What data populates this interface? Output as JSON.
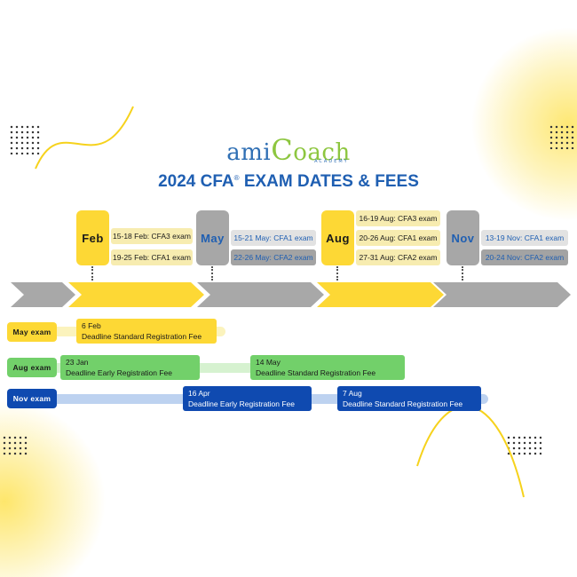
{
  "logo": {
    "brand_part1": "ami",
    "brand_part2": "C",
    "brand_part3": "oach",
    "tagline": "ACADEMY"
  },
  "title": {
    "main": "2024 CFA",
    "registered": "®",
    "rest": " EXAM DATES & FEES"
  },
  "timeline": {
    "months": [
      {
        "label": "Feb",
        "events": [
          "15-18 Feb: CFA3 exam",
          "19-25 Feb: CFA1 exam"
        ]
      },
      {
        "label": "May",
        "events": [
          "15-21 May: CFA1 exam",
          "22-26 May: CFA2 exam"
        ]
      },
      {
        "label": "Aug",
        "events": [
          "16-19 Aug: CFA3 exam",
          "20-26 Aug: CFA1 exam",
          "27-31 Aug: CFA2 exam"
        ]
      },
      {
        "label": "Nov",
        "events": [
          "13-19 Nov: CFA1 exam",
          "20-24 Nov: CFA2 exam"
        ]
      }
    ]
  },
  "deadlines": {
    "may": {
      "label": "May exam",
      "items": [
        {
          "date": "6 Feb",
          "text": "Deadline Standard Registration Fee"
        }
      ]
    },
    "aug": {
      "label": "Aug exam",
      "items": [
        {
          "date": "23 Jan",
          "text": "Deadline Early Registration Fee"
        },
        {
          "date": "14 May",
          "text": "Deadline Standard Registration Fee"
        }
      ]
    },
    "nov": {
      "label": "Nov exam",
      "items": [
        {
          "date": "16 Apr",
          "text": "Deadline Early Registration Fee"
        },
        {
          "date": "7 Aug",
          "text": "Deadline Standard Registration Fee"
        }
      ]
    }
  },
  "colors": {
    "title_blue": "#1f5fb2",
    "accent_yellow": "#fdd835",
    "accent_grey": "#a7a7a7",
    "aug_green": "#72d06a",
    "nov_blue": "#0f4ab0"
  }
}
